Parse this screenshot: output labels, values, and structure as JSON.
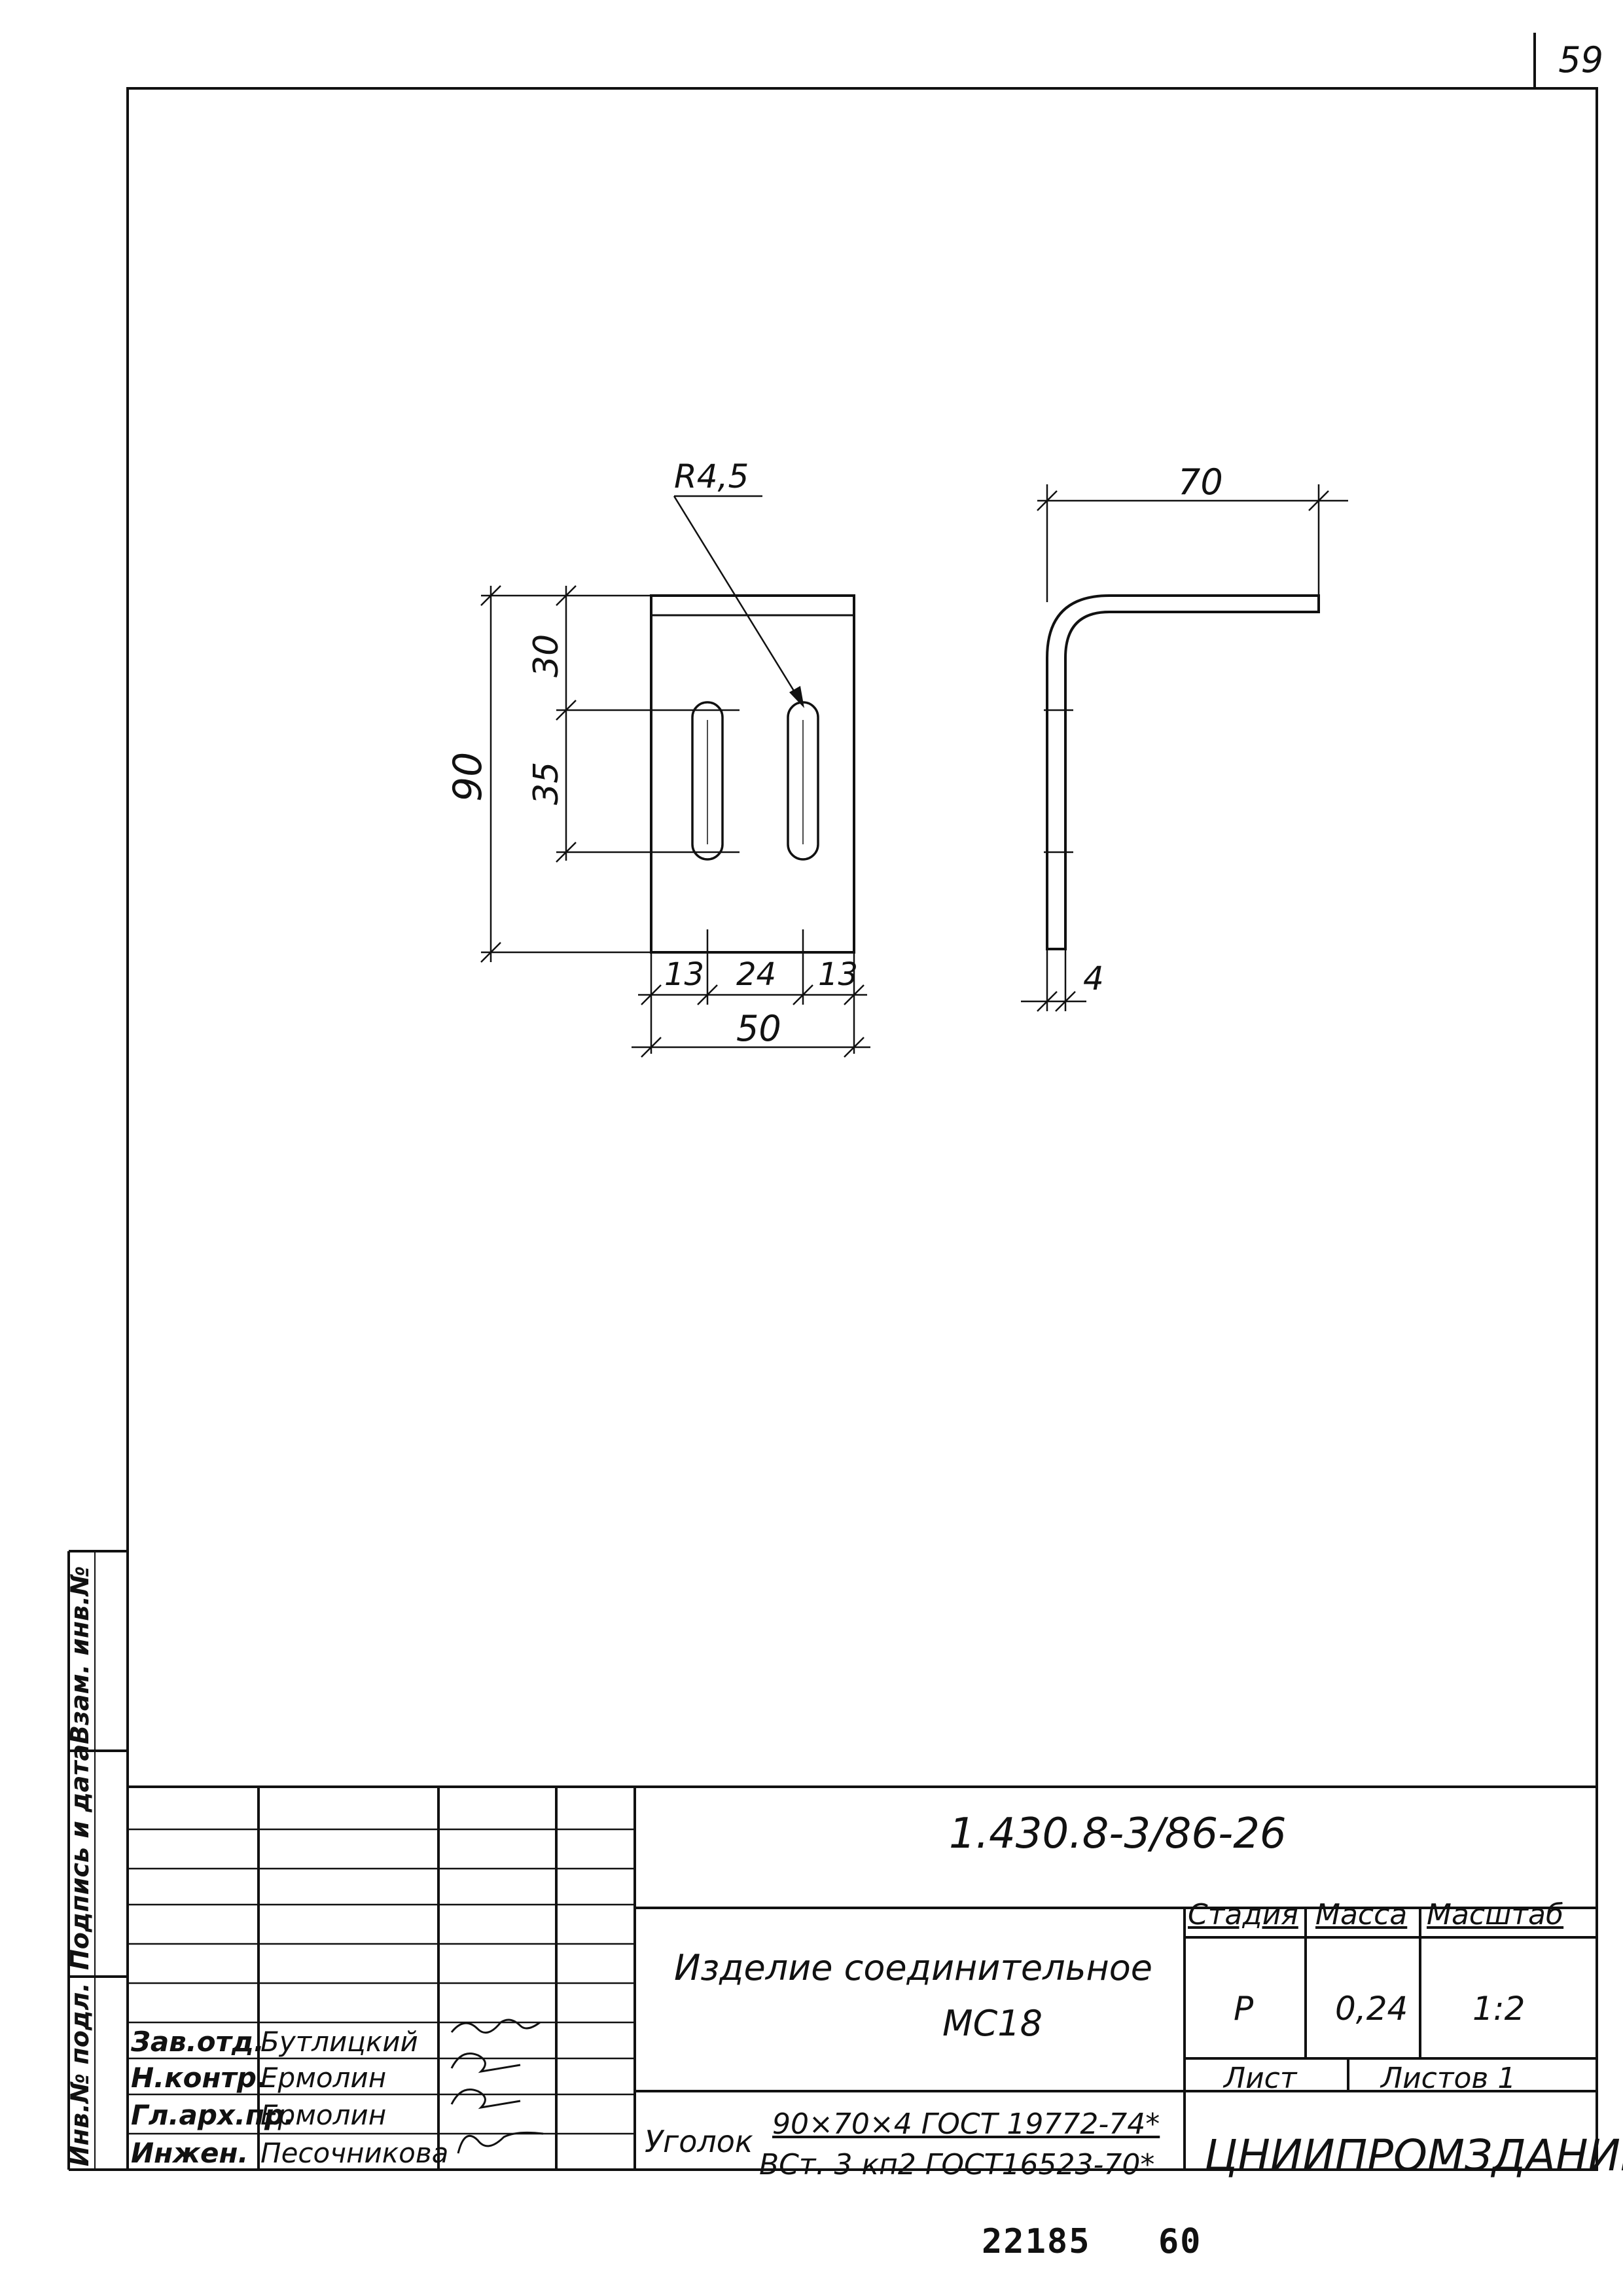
{
  "sheet_number": "59",
  "drawing": {
    "dim_radius": "R4,5",
    "dim_height_total": "90",
    "dim_top": "30",
    "dim_slot": "35",
    "dim_left": "13",
    "dim_middle": "24",
    "dim_right": "13",
    "dim_width": "50",
    "dim_flange": "70",
    "dim_thickness": "4"
  },
  "title_block": {
    "document_code": "1.430.8-3/86-26",
    "title_line1": "Изделие соединительное",
    "title_line2": "МС18",
    "header_stage": "Стадия",
    "header_mass": "Масса",
    "header_scale": "Масштаб",
    "stage": "Р",
    "mass": "0,24",
    "scale": "1:2",
    "sheet_label": "Лист",
    "sheets_label": "Листов 1",
    "organization": "ЦНИИПРОМЗДАНИЙ",
    "material_label": "Уголок",
    "material_top": "90×70×4 ГОСТ 19772-74*",
    "material_bottom": "ВСт. 3 кп2 ГОСТ16523-70*",
    "signatures": [
      {
        "role": "Зав.отд.",
        "name": "Бутлицкий"
      },
      {
        "role": "Н.контр.",
        "name": "Ермолин"
      },
      {
        "role": "Гл.арх.пр.",
        "name": "Ермолин"
      },
      {
        "role": "Инжен.",
        "name": "Песочникова"
      }
    ],
    "side_labels": {
      "inventory_no": "Инв.№ подл.",
      "signature_date": "Подпись и дата",
      "replacement_inv": "Взам. инв.№"
    }
  },
  "bottom_numbers": [
    "22185",
    "60"
  ]
}
